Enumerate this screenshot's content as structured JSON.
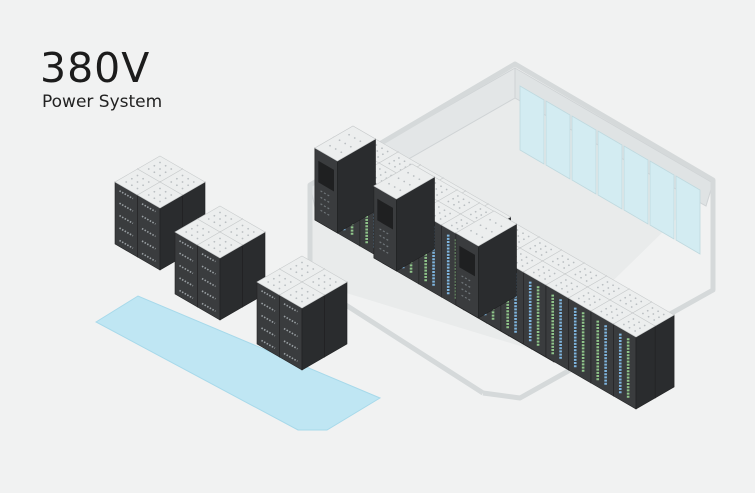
{
  "heading": {
    "title": "380V",
    "subtitle": "Power System"
  },
  "colors": {
    "background": "#f1f2f2",
    "rack_front": "#3a3c3e",
    "rack_side": "#2a2c2e",
    "rack_top": "#eceeee",
    "vent_dots": "#9aa0a4",
    "status_lights_blue": "#7fb6e0",
    "status_lights_green": "#8fc58a",
    "floor_pad": "#bfe6f3",
    "room_wall": "#e3e6e7",
    "room_window": "#d3ecf2",
    "room_floor": "#e9ebeb"
  },
  "illustration": {
    "left_group": {
      "name": "power-equipment-cabinets",
      "clusters": 3
    },
    "right_group": {
      "name": "server-room",
      "rows": 3
    }
  }
}
